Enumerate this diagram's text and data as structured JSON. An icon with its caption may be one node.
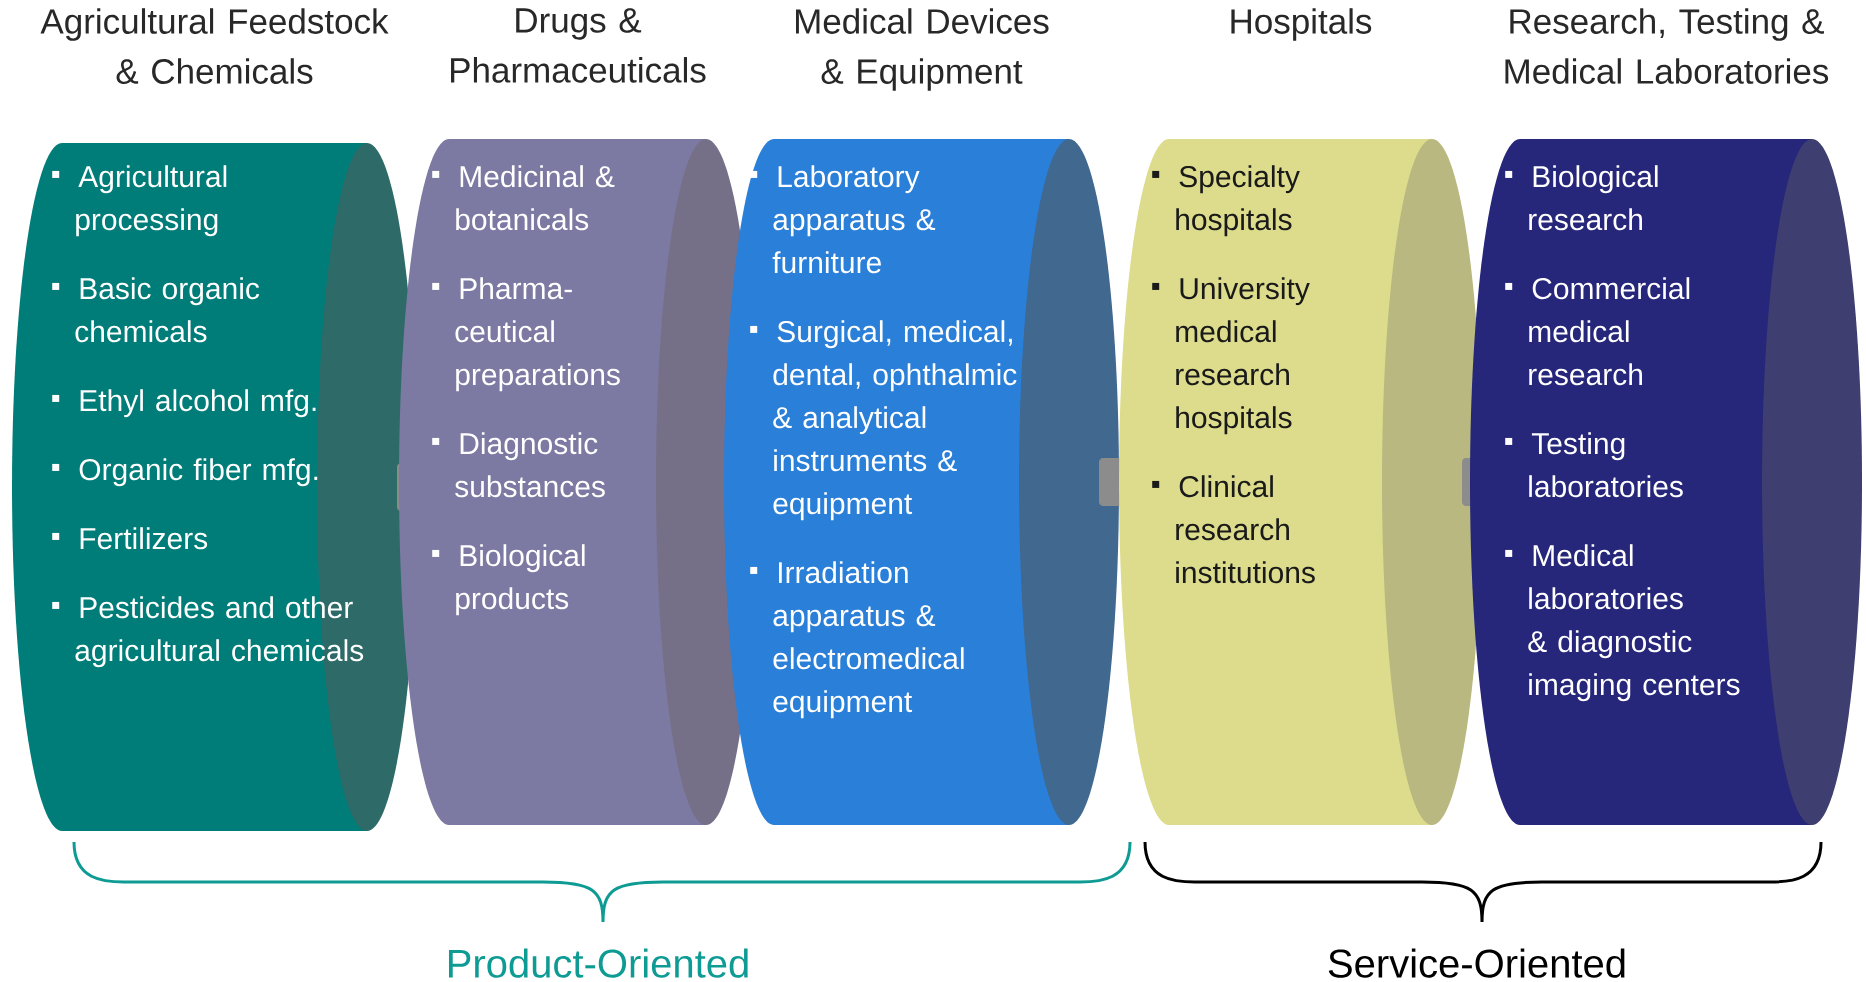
{
  "diagram": {
    "nodes": [
      {
        "text": [
          "Agricultural Feedstock & Chemicals",
          "Agricultural processing",
          "Basic organic chemicals",
          "Ethyl alcohol mfg.",
          "Organic fiber mfg.",
          "Fertilizers",
          "Pesticides and other agricultural chemicals"
        ]
      },
      {
        "text": [
          "Drugs & Pharmaceuticals",
          "Medicinal & botanicals",
          "Pharma- ceutical preparations",
          "Diagnostic substances",
          "Biological products"
        ]
      },
      {
        "text": [
          "Medical Devices & Equipment",
          "Laboratory apparatus & furniture",
          "Surgical, medical, dental, ophthalmic & analytical instruments & equipment",
          "Irradiation apparatus & electromedical equipment"
        ]
      },
      {
        "text": [
          "Hospitals",
          "Specialty hospitals",
          "University medical research hospitals",
          "Clinical research institutions"
        ]
      },
      {
        "text": [
          "Research, Testing & Medical Laboratories",
          "Biological research",
          "Commercial medical research",
          "Testing laboratories",
          "Medical laboratories & diagnostic imaging centers"
        ]
      }
    ],
    "labels": [
      "Product-Oriented",
      "Service-Oriented"
    ]
  }
}
